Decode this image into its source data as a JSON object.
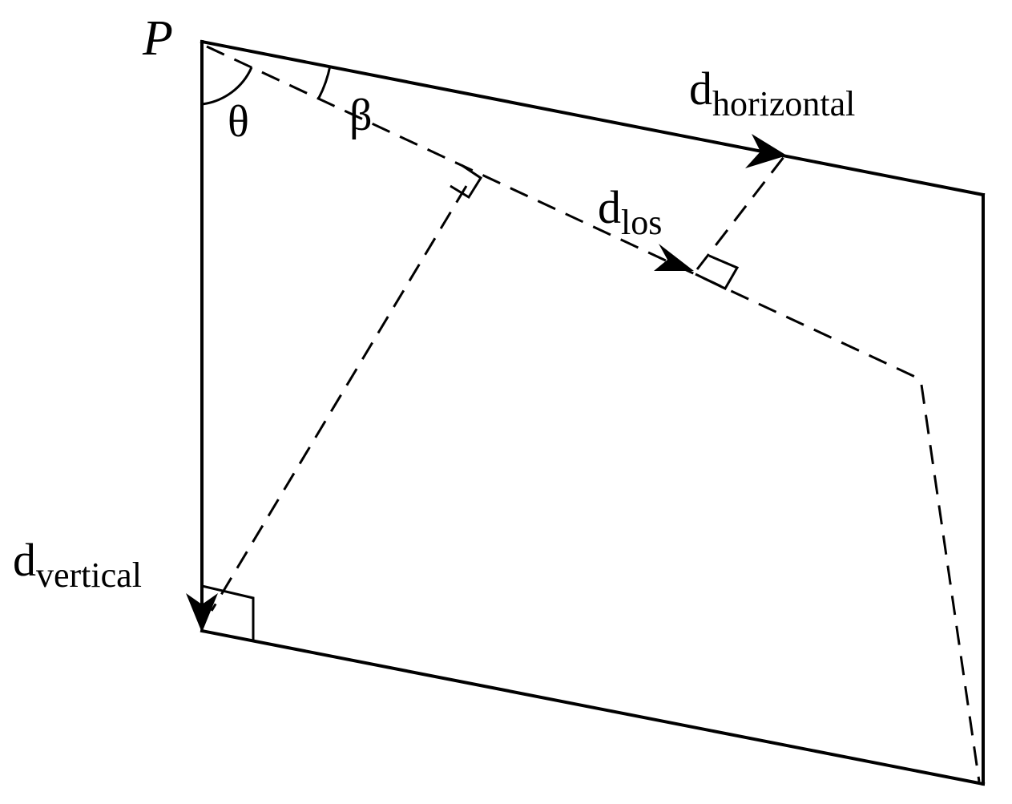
{
  "labels": {
    "point": "P",
    "theta": "θ",
    "beta": "β",
    "d_horizontal_main": "d",
    "d_horizontal_sub": "horizontal",
    "d_los_main": "d",
    "d_los_sub": "los",
    "d_vertical_main": "d",
    "d_vertical_sub": "vertical"
  }
}
